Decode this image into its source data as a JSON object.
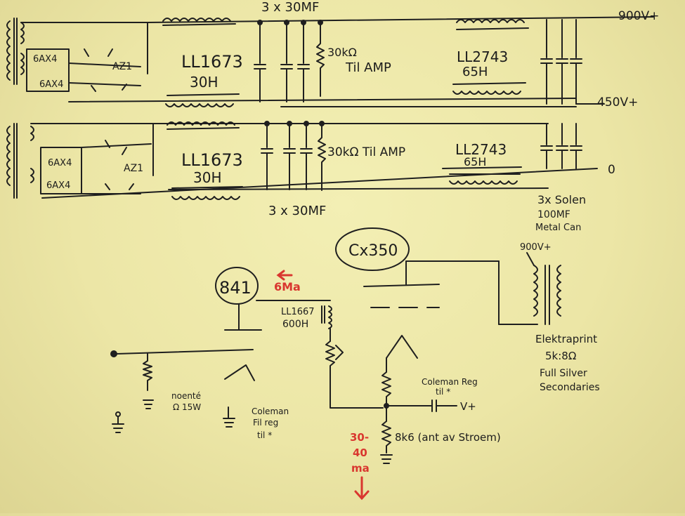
{
  "top_supply": {
    "cap_bank_top": "3 x 30MF",
    "tube_a_1": "6AX4",
    "tube_a_2": "6AX4",
    "rect_a": "AZ1",
    "choke_a_1": "LL1673",
    "choke_a_2": "30H",
    "resistor_a_1": "30kΩ",
    "resistor_a_2": "Til AMP",
    "choke_b_1": "LL2743",
    "choke_b_2": "65H",
    "out_high": "900V+",
    "out_mid": "450V+",
    "tube_b_1": "6AX4",
    "tube_b_2": "6AX4",
    "rect_b": "AZ1",
    "choke_c_1": "LL1673",
    "choke_c_2": "30H",
    "resistor_b": "30kΩ Til AMP",
    "choke_d_1": "LL2743",
    "choke_d_2": "65H",
    "out_zero": "0",
    "cap_bank_bottom": "3 x 30MF",
    "solen_1": "3x Solen",
    "solen_2": "100MF",
    "solen_3": "Metal Can"
  },
  "amp": {
    "tube_841": "841",
    "tube_cx350": "Cx350",
    "bias_1": "6Ma",
    "choke_1": "LL1667",
    "choke_2": "600H",
    "b_plus": "900V+",
    "opt_1": "Elektraprint",
    "opt_2": "5k:8Ω",
    "opt_3": "Full Silver",
    "opt_4": "Secondaries",
    "fil_res_1": "noenté",
    "fil_res_2": "Ω 15W",
    "fil_reg_1": "Coleman",
    "fil_reg_2": "Fil reg",
    "fil_reg_3": "til *",
    "coleman_1": "Coleman Reg",
    "coleman_2": "til *",
    "vplus": "V+",
    "cathode_res": "8k6 (ant av Stroem)",
    "current_1": "30-",
    "current_2": "40",
    "current_3": "ma"
  },
  "colors": {
    "ink": "#1f1f1f",
    "annotation_red": "#d9372f",
    "paper": "#efe9aa"
  }
}
